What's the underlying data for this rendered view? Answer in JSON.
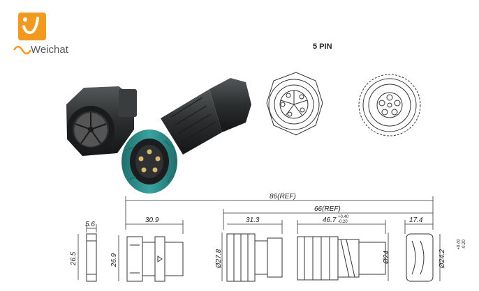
{
  "brand": {
    "name": "Weichat",
    "brand_color": "#f29a20",
    "logo_icon": "weichat-logo-icon"
  },
  "pin_label": "5 PIN",
  "dimensions": {
    "overall": "86(REF)",
    "mid": "66(REF)",
    "face_width": "5.6",
    "face_height": "26.5",
    "socket_length": "30.9",
    "socket_height": "26.9",
    "nut_length": "31.3",
    "dia_nut": "Ø27.8",
    "body_length": "46.7",
    "body_tol_upper": "+0.40",
    "body_tol_lower": "-0.20",
    "dia_body": "Ø24",
    "rear_length": "17.4",
    "dia_rear": "Ø24.2",
    "rear_tol_upper": "+0.40",
    "rear_tol_lower": "-0.20"
  },
  "colors": {
    "connector_body": "#2b2d2e",
    "coupling_ring": "#2a8a87",
    "line": "#333333"
  }
}
